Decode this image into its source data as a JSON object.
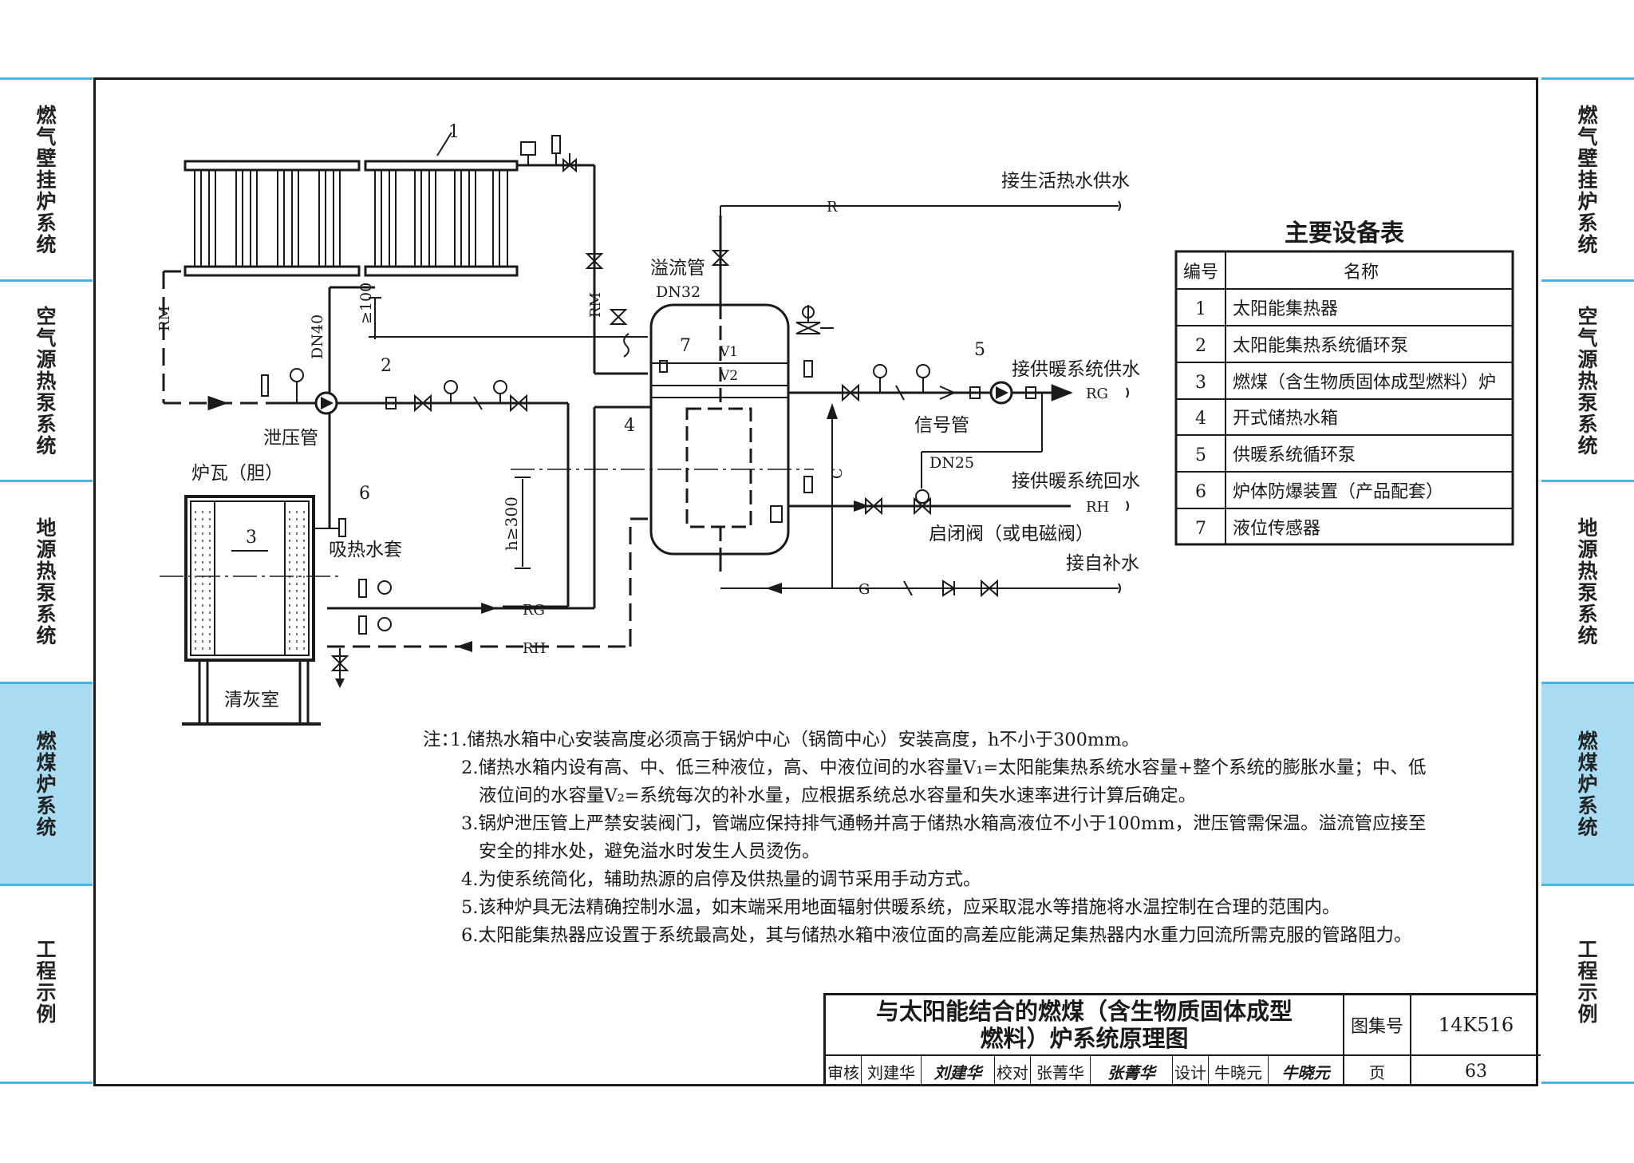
{
  "side_tabs_left": [
    {
      "label": "燃气壁挂炉系统",
      "active": false
    },
    {
      "label": "空气源热泵系统",
      "active": false
    },
    {
      "label": "地源热泵系统",
      "active": false
    },
    {
      "label": "燃煤炉系统",
      "active": true
    },
    {
      "label": "工程示例",
      "active": false
    }
  ],
  "side_tabs_right": [
    {
      "label": "燃气壁挂炉系统",
      "active": false
    },
    {
      "label": "空气源热泵系统",
      "active": false
    },
    {
      "label": "地源热泵系统",
      "active": false
    },
    {
      "label": "燃煤炉系统",
      "active": true
    },
    {
      "label": "工程示例",
      "active": false
    }
  ],
  "colors": {
    "accent_tab": "#a9dcf2",
    "tab_line": "#47b6e3",
    "ink": "#1a1a1a"
  },
  "diagram": {
    "callouts": {
      "n1": "1",
      "n2": "2",
      "n3": "3",
      "n4": "4",
      "n5": "5",
      "n6": "6",
      "n7": "7"
    },
    "labels": {
      "domestic_hot_water": "接生活热水供水",
      "heating_supply": "接供暖系统供水",
      "heating_return": "接供暖系统回水",
      "makeup_water": "接自补水",
      "overflow_pipe": "溢流管",
      "dn32": "DN32",
      "dn40": "DN40",
      "dn25": "DN25",
      "signal_pipe": "信号管",
      "relief_pipe": "泄压管",
      "furnace_lining": "炉瓦（胆）",
      "water_jacket": "吸热水套",
      "ash_room": "清灰室",
      "valve_note": "启闭阀（或电磁阀）",
      "h300": "h≥300",
      "ge100": "≥100",
      "R": "R",
      "RM_left": "RM",
      "RM_mid": "RM",
      "RG_right": "RG",
      "RH_right": "RH",
      "RG_bottom": "RG",
      "RH_bottom": "RH",
      "G": "G",
      "C": "C",
      "V1": "V1",
      "V2": "V2"
    }
  },
  "equipment_table": {
    "title": "主要设备表",
    "headers": [
      "编号",
      "名称"
    ],
    "rows": [
      {
        "no": "1",
        "name": "太阳能集热器"
      },
      {
        "no": "2",
        "name": "太阳能集热系统循环泵"
      },
      {
        "no": "3",
        "name": "燃煤（含生物质固体成型燃料）炉"
      },
      {
        "no": "4",
        "name": "开式储热水箱"
      },
      {
        "no": "5",
        "name": "供暖系统循环泵"
      },
      {
        "no": "6",
        "name": "炉体防爆装置（产品配套）"
      },
      {
        "no": "7",
        "name": "液位传感器"
      }
    ]
  },
  "notes": {
    "head": "注：",
    "items": [
      {
        "lines": [
          "1.储热水箱中心安装高度必须高于锅炉中心（锅筒中心）安装高度，h不小于300mm。"
        ]
      },
      {
        "lines": [
          "2.储热水箱内设有高、中、低三种液位，高、中液位间的水容量V₁=太阳能集热系统水容量+整个系统的膨胀水量；中、低",
          "液位间的水容量V₂=系统每次的补水量，应根据系统总水容量和失水速率进行计算后确定。"
        ]
      },
      {
        "lines": [
          "3.锅炉泄压管上严禁安装阀门，管端应保持排气通畅并高于储热水箱高液位不小于100mm，泄压管需保温。溢流管应接至",
          "安全的排水处，避免溢水时发生人员烫伤。"
        ]
      },
      {
        "lines": [
          "4.为使系统简化，辅助热源的启停及供热量的调节采用手动方式。"
        ]
      },
      {
        "lines": [
          "5.该种炉具无法精确控制水温，如末端采用地面辐射供暖系统，应采取混水等措施将水温控制在合理的范围内。"
        ]
      },
      {
        "lines": [
          "6.太阳能集热器应设置于系统最高处，其与储热水箱中液位面的高差应能满足集热器内水重力回流所需克服的管路阻力。"
        ]
      }
    ]
  },
  "title_block": {
    "title_line1": "与太阳能结合的燃煤（含生物质固体成型",
    "title_line2": "燃料）炉系统原理图",
    "atlas_label": "图集号",
    "atlas_no": "14K516",
    "review_label": "审核",
    "reviewer": "刘建华",
    "reviewer_sig": "刘建华",
    "check_label": "校对",
    "checker": "张菁华",
    "checker_sig": "张菁华",
    "design_label": "设计",
    "designer": "牛晓元",
    "designer_sig": "牛晓元",
    "page_label": "页",
    "page_no": "63"
  }
}
